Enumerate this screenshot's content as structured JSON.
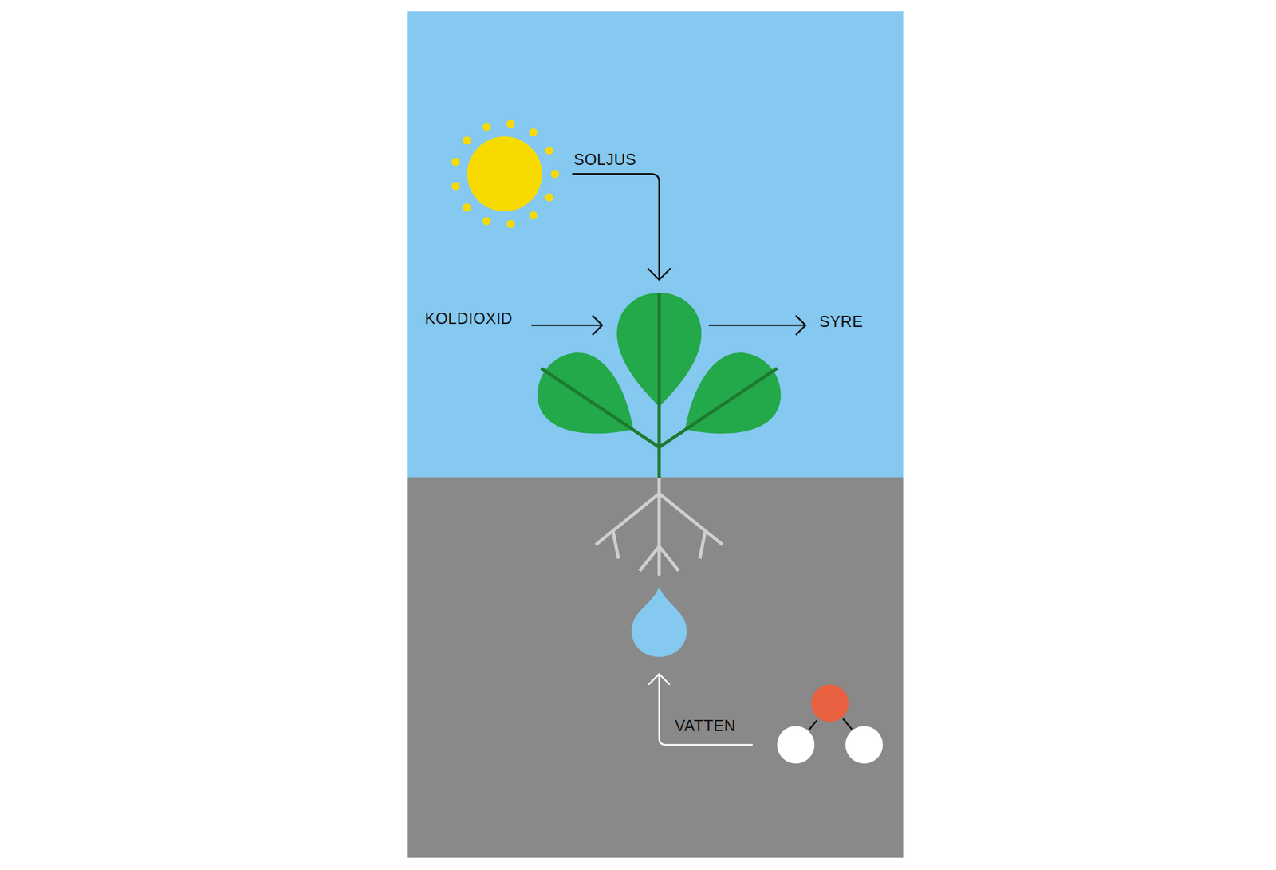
{
  "diagram": {
    "labels": [
      "SOLJUS",
      "KOLDIOXID",
      "SYRE",
      "VATTEN"
    ]
  }
}
